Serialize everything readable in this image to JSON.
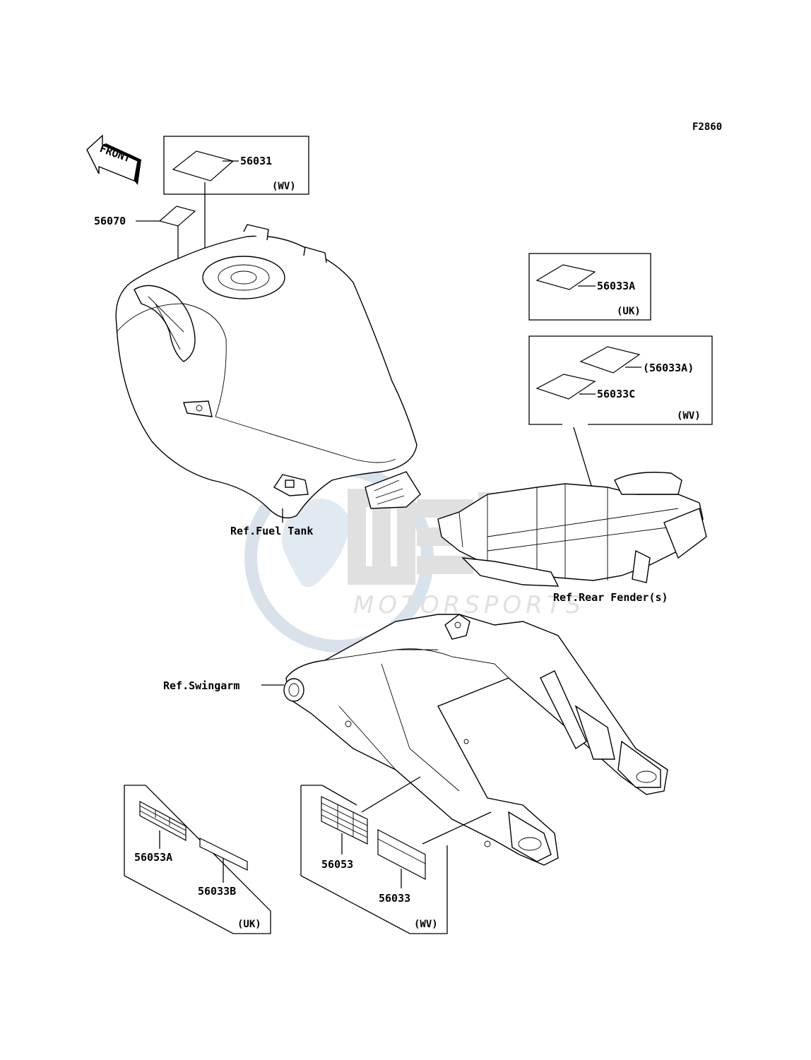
{
  "figure_code": "F2860",
  "front_arrow": {
    "label": "FRONT",
    "icon": "front-arrow-icon"
  },
  "watermark": {
    "brand": "OSM",
    "subtitle": "MOTORSPORTS",
    "color": "#9fb4c7"
  },
  "callouts": {
    "p56031": "56031",
    "p56031_region": "(WV)",
    "p56070": "56070",
    "p56033A": "56033A",
    "p56033A_region": "(UK)",
    "p56033A_paren": "(56033A)",
    "p56033C": "56033C",
    "p56033C_region": "(WV)",
    "p56053A": "56053A",
    "p56033B": "56033B",
    "uk_box_region": "(UK)",
    "p56053": "56053",
    "p56033": "56033",
    "wv_box_region": "(WV)"
  },
  "references": {
    "fuel_tank": "Ref.Fuel Tank",
    "rear_fender": "Ref.Rear Fender(s)",
    "swingarm": "Ref.Swingarm"
  }
}
